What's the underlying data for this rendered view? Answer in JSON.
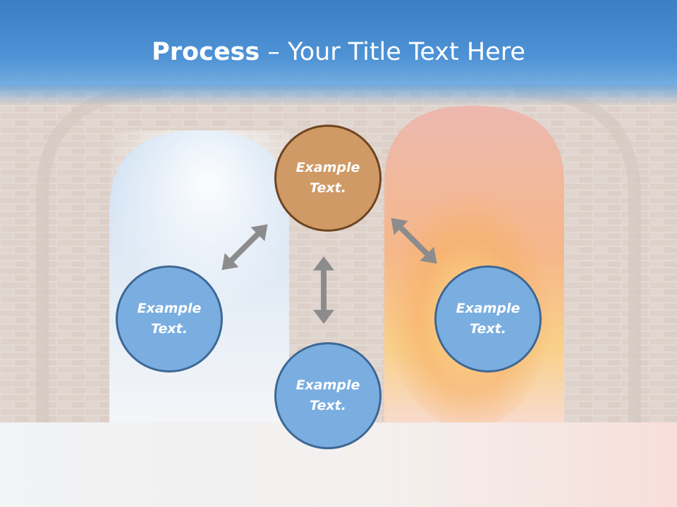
{
  "slide": {
    "title_bold": "Process",
    "title_rest": " – Your Title Text Here"
  },
  "diagram": {
    "nodes": [
      {
        "id": "top",
        "label": "Example\nText.",
        "fill": "#cf9a66",
        "stroke": "#6e4420"
      },
      {
        "id": "left",
        "label": "Example\nText.",
        "fill": "#7aaee0",
        "stroke": "#3e6794"
      },
      {
        "id": "right",
        "label": "Example\nText.",
        "fill": "#7aaee0",
        "stroke": "#3e6794"
      },
      {
        "id": "bottom",
        "label": "Example\nText.",
        "fill": "#7aaee0",
        "stroke": "#3e6794"
      }
    ],
    "connections": [
      {
        "from": "top",
        "to": "left",
        "direction": "both"
      },
      {
        "from": "top",
        "to": "right",
        "direction": "both"
      },
      {
        "from": "top",
        "to": "bottom",
        "direction": "both"
      }
    ],
    "arrow_color": "#8c8c8c"
  }
}
